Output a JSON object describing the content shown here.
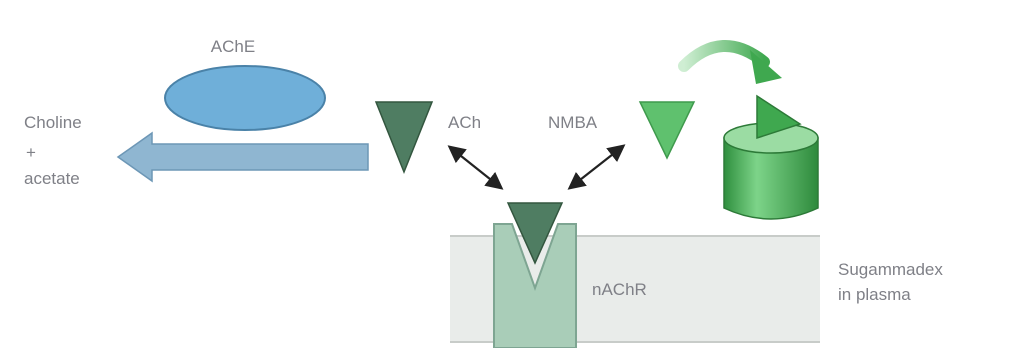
{
  "labels": {
    "ache": "AChE",
    "choline": "Choline",
    "plus": "+",
    "acetate": "acetate",
    "ach": "ACh",
    "nmba": "NMBA",
    "nachr": "nAChR",
    "sugammadex_line1": "Sugammadex",
    "sugammadex_line2": "in plasma"
  },
  "colors": {
    "ache_enzyme": "#6fafd9",
    "hydrolysis_arrow": "#8fb6d1",
    "ach_molecule": "#4f7d62",
    "nmba_molecule": "#5fc16e",
    "receptor": "#a9cdb8",
    "membrane": "#e9ecea",
    "sugammadex_body": "#4fb45d",
    "label_text": "#7f8087"
  },
  "icons": {
    "ache": "ellipse-enzyme-icon",
    "hydrolysis": "block-arrow-left-icon",
    "ach": "triangle-molecule-icon",
    "nmba": "triangle-molecule-icon",
    "sugammadex": "cylinder-cage-icon",
    "transfer": "curved-arrow-icon"
  }
}
